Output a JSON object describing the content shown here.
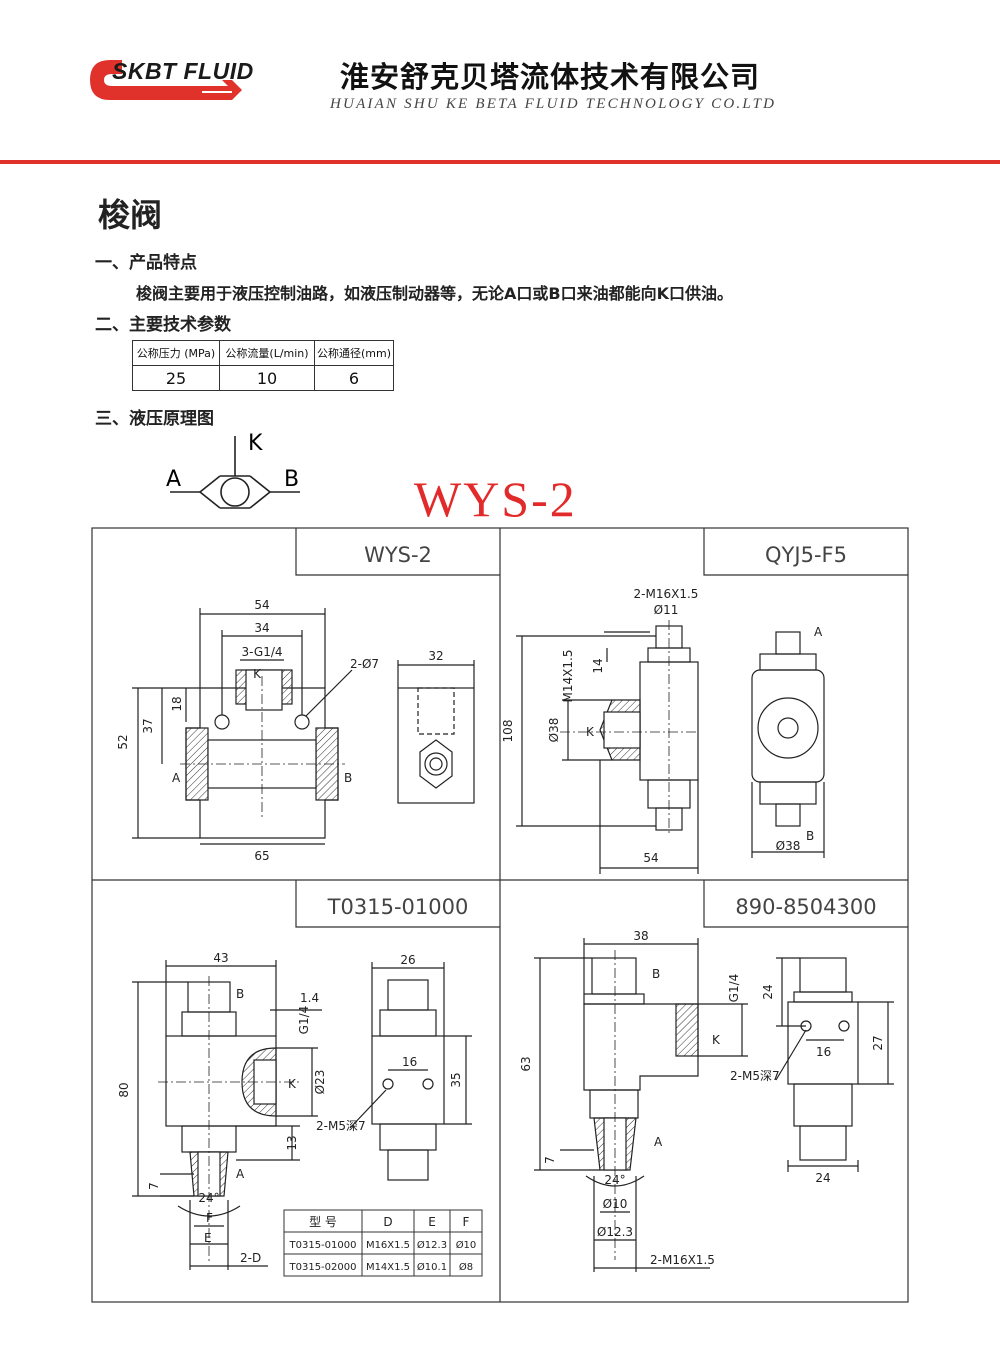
{
  "header": {
    "logo_text": "SKBT FLUID",
    "company_cn": "淮安舒克贝塔流体技术有限公司",
    "company_en": "HUAIAN SHU KE BETA FLUID TECHNOLOGY CO.LTD",
    "accent_color": "#e0312a"
  },
  "page_title": "梭阀",
  "section1": {
    "heading": "一、产品特点",
    "text": "梭阀主要用于液压控制油路，如液压制动器等，无论A口或B口来油都能向K口供油。"
  },
  "section2": {
    "heading": "二、主要技术参数",
    "table": {
      "headers": [
        "公称压力 (MPa)",
        "公称流量(L/min)",
        "公称通径(mm)"
      ],
      "values": [
        "25",
        "10",
        "6"
      ]
    }
  },
  "section3": {
    "heading": "三、液压原理图",
    "symbol_labels": {
      "k": "K",
      "a": "A",
      "b": "B"
    }
  },
  "model_title": "WYS-2",
  "drawings": {
    "panel1": {
      "title": "WYS-2",
      "dims": {
        "w54": "54",
        "w34": "34",
        "port": "3-G1/4",
        "hole": "2-Ø7",
        "h18": "18",
        "h37": "37",
        "h52": "52",
        "w65": "65",
        "w32": "32",
        "k": "K",
        "a": "A",
        "b": "B"
      }
    },
    "panel2": {
      "title": "QYJ5-F5",
      "dims": {
        "thread": "2-M16X1.5",
        "d11": "Ø11",
        "m14": "M14X1.5",
        "h14": "14",
        "h108": "108",
        "d38": "Ø38",
        "k": "K",
        "w54": "54",
        "a": "A",
        "b": "B",
        "d38b": "Ø38"
      }
    },
    "panel3": {
      "title": "T0315-01000",
      "dims": {
        "w43": "43",
        "b": "B",
        "t14": "1.4",
        "g14": "G1/4",
        "h80": "80",
        "k": "K",
        "d23": "Ø23",
        "a": "A",
        "h7": "7",
        "h13": "13",
        "deg24": "24°",
        "f": "F",
        "e": "E",
        "d2": "2-D",
        "w26": "26",
        "h16": "16",
        "h35": "35",
        "m5": "2-M5深7"
      },
      "table": {
        "headers": [
          "型 号",
          "D",
          "E",
          "F"
        ],
        "rows": [
          [
            "T0315-01000",
            "M16X1.5",
            "Ø12.3",
            "Ø10"
          ],
          [
            "T0315-02000",
            "M14X1.5",
            "Ø10.1",
            "Ø8"
          ]
        ]
      }
    },
    "panel4": {
      "title": "890-8504300",
      "dims": {
        "w38": "38",
        "b": "B",
        "g14": "G1/4",
        "h63": "63",
        "k": "K",
        "a": "A",
        "h7": "7",
        "deg24": "24°",
        "d10": "Ø10",
        "d123": "Ø12.3",
        "thread": "2-M16X1.5",
        "h24": "24",
        "h27": "27",
        "h16": "16",
        "m5": "2-M5深7",
        "w24": "24"
      }
    }
  }
}
